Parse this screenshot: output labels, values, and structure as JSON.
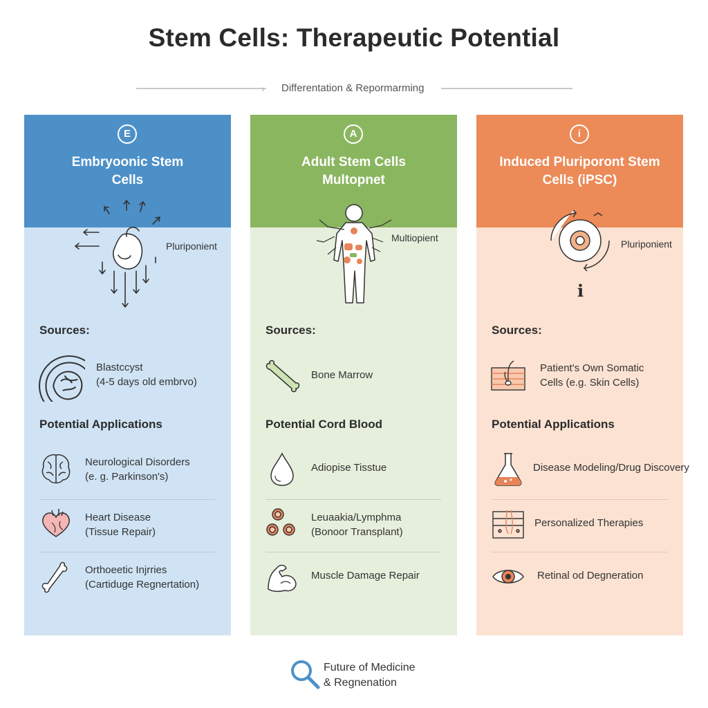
{
  "title": "Stem Cells: Therapeutic Potential",
  "subtitle": "Differentation & Repormarming",
  "columns": [
    {
      "badge": "E",
      "title_line1": "Embryoonic Stem",
      "title_line2": "Cells",
      "hero_label": "Pluriponient",
      "sources_heading": "Sources:",
      "source": {
        "line1": "Blastccyst",
        "line2": "(4-5 days old embrvo)"
      },
      "applications_heading": "Potential Applications",
      "applications": [
        {
          "line1": "Neurological Disorders",
          "line2": "(e. g. Parkinson's)"
        },
        {
          "line1": "Heart Disease",
          "line2": "(Tissue Repair)"
        },
        {
          "line1": "Orthoeetic Injrries",
          "line2": "(Cartiduge Regnertation)"
        }
      ]
    },
    {
      "badge": "A",
      "title_line1": "Adult Stem Cells",
      "title_line2": "Multopnet",
      "hero_label": "Multiopient",
      "sources_heading": "Sources:",
      "source": {
        "line1": "Bone Marrow",
        "line2": ""
      },
      "applications_heading": "Potential Cord Blood",
      "applications": [
        {
          "line1": "Adiopise Tisstue",
          "line2": ""
        },
        {
          "line1": "Leuaakia/Lymphma",
          "line2": "(Bonoor Transplant)"
        },
        {
          "line1": "Muscle Damage Repair",
          "line2": ""
        }
      ]
    },
    {
      "badge": "i",
      "title_line1": "Induced Pluriporont Stem",
      "title_line2": "Cells (iPSC)",
      "hero_label": "Pluriponient",
      "hero_sub": "i",
      "sources_heading": "Sources:",
      "source": {
        "line1": "Patient's Own Somatic",
        "line2": "Cells (e.g. Skin Cells)"
      },
      "applications_heading": "Potential Applications",
      "applications": [
        {
          "line1": "Disease Modeling/Drug Discovery",
          "line2": ""
        },
        {
          "line1": "Personalized Therapies",
          "line2": ""
        },
        {
          "line1": "Retinal od Degneration",
          "line2": ""
        }
      ]
    }
  ],
  "footer": {
    "line1": "Future of Medicine",
    "line2": "& Regnenation"
  },
  "colors": {
    "blue": "#4d90c8",
    "green": "#8ab660",
    "orange": "#ec8a58"
  },
  "icons": [
    "embryo-icon",
    "human-body-icon",
    "reprogramming-cycle-icon",
    "brain-icon",
    "heart-icon",
    "bone-icon",
    "drop-icon",
    "blood-cells-icon",
    "muscle-icon",
    "skin-icon",
    "flask-icon",
    "eye-icon",
    "magnifier-icon"
  ]
}
